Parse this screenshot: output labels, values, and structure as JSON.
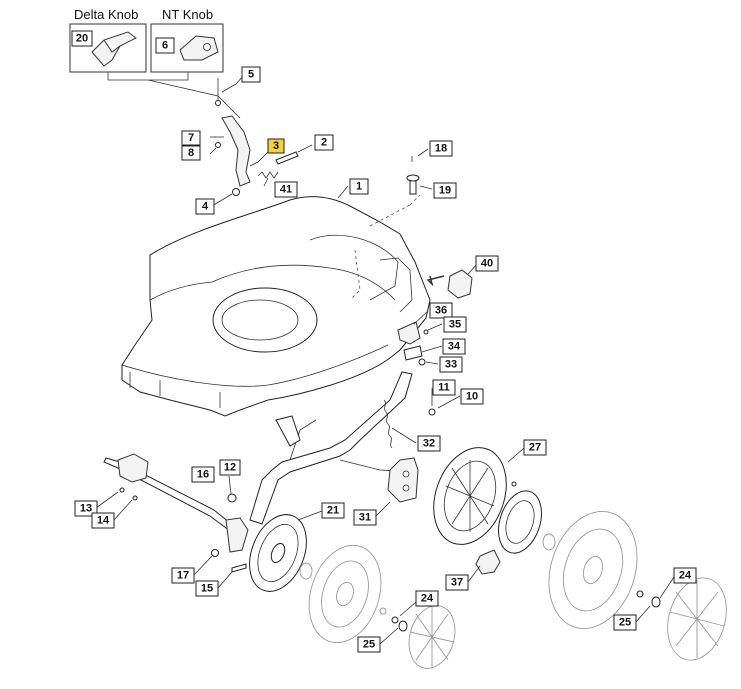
{
  "knobs": [
    {
      "title": "Delta Knob",
      "part_number": "20"
    },
    {
      "title": "NT Knob",
      "part_number": "6"
    }
  ],
  "callouts": [
    {
      "number": "5",
      "highlight": false
    },
    {
      "number": "3",
      "highlight": true
    },
    {
      "number": "2",
      "highlight": false
    },
    {
      "number": "7",
      "highlight": false
    },
    {
      "number": "8",
      "highlight": false
    },
    {
      "number": "41",
      "highlight": false
    },
    {
      "number": "4",
      "highlight": false
    },
    {
      "number": "18",
      "highlight": false
    },
    {
      "number": "19",
      "highlight": false
    },
    {
      "number": "1",
      "highlight": false
    },
    {
      "number": "40",
      "highlight": false
    },
    {
      "number": "36",
      "highlight": false
    },
    {
      "number": "35",
      "highlight": false
    },
    {
      "number": "34",
      "highlight": false
    },
    {
      "number": "33",
      "highlight": false
    },
    {
      "number": "11",
      "highlight": false
    },
    {
      "number": "10",
      "highlight": false
    },
    {
      "number": "32",
      "highlight": false
    },
    {
      "number": "27",
      "highlight": false
    },
    {
      "number": "12",
      "highlight": false
    },
    {
      "number": "16",
      "highlight": false
    },
    {
      "number": "13",
      "highlight": false
    },
    {
      "number": "14",
      "highlight": false
    },
    {
      "number": "21",
      "highlight": false
    },
    {
      "number": "31",
      "highlight": false
    },
    {
      "number": "17",
      "highlight": false
    },
    {
      "number": "15",
      "highlight": false
    },
    {
      "number": "37",
      "highlight": false
    },
    {
      "number": "24",
      "highlight": false
    },
    {
      "number": "25",
      "highlight": false
    },
    {
      "number": "24",
      "highlight": false
    },
    {
      "number": "25",
      "highlight": false
    }
  ]
}
